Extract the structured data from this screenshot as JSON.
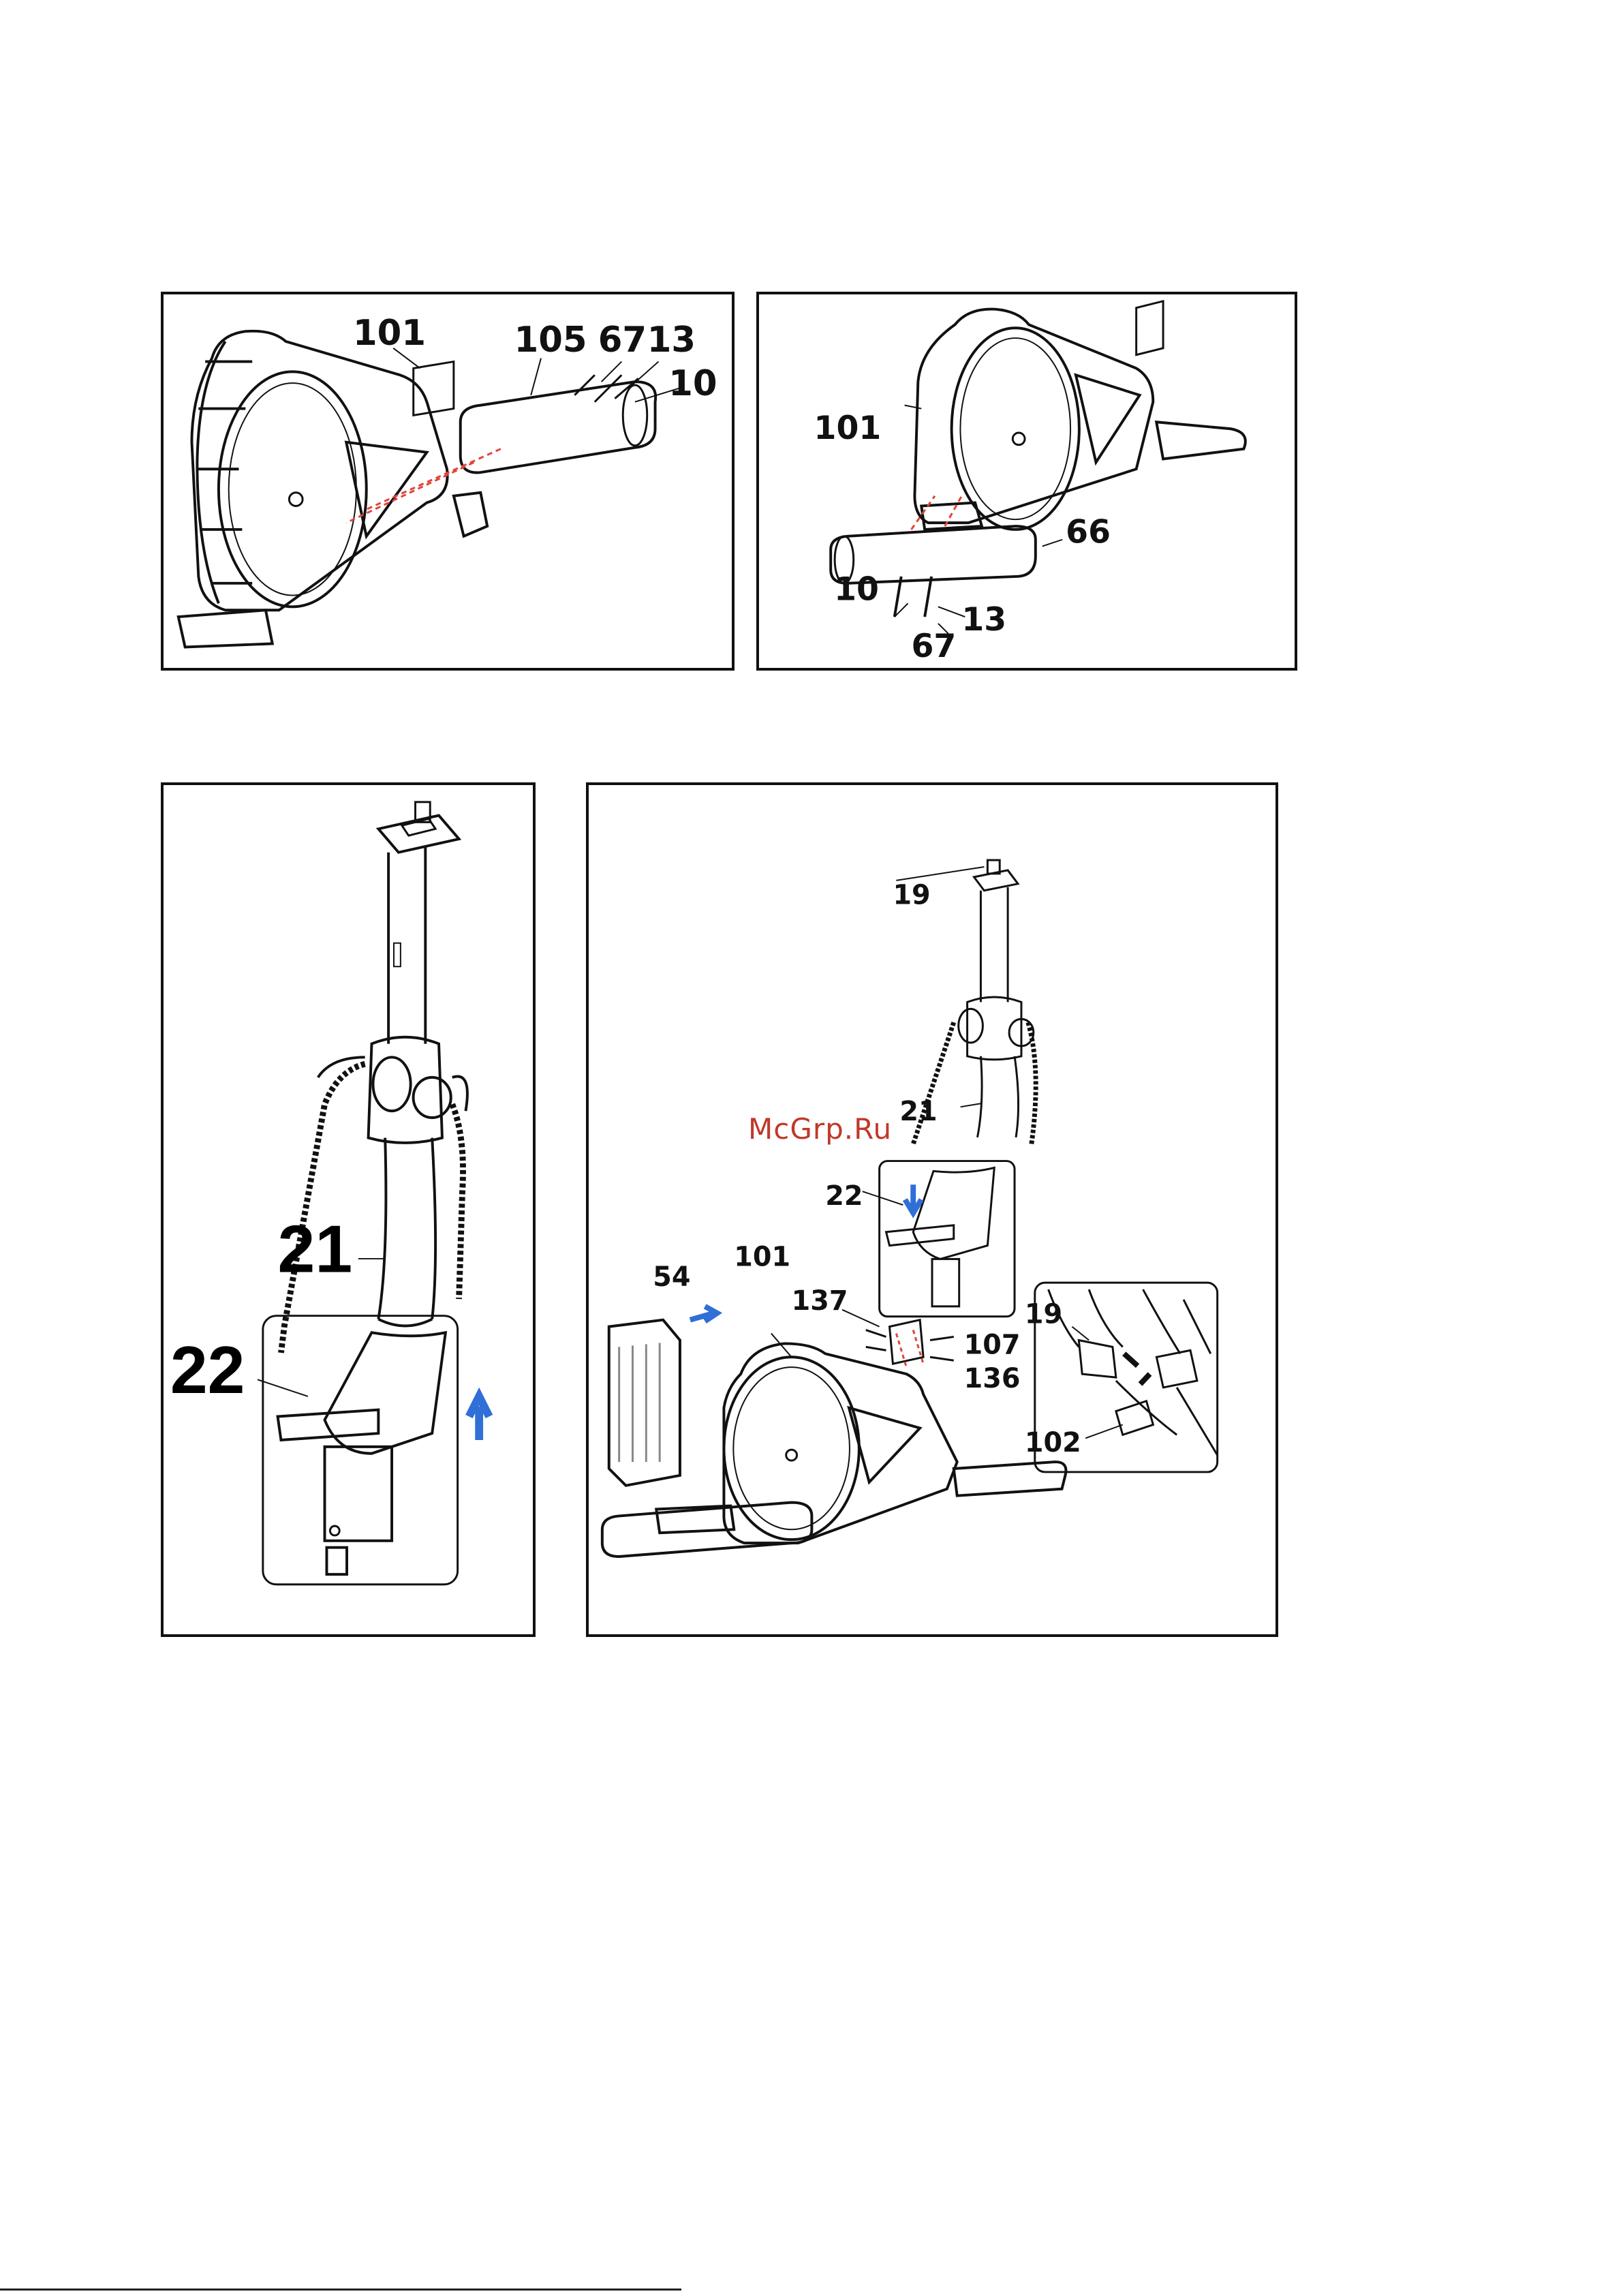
{
  "watermark": "McGrp.Ru",
  "panels": {
    "step1a": {
      "labels": [
        "101",
        "105",
        "67",
        "13",
        "10"
      ]
    },
    "step1b": {
      "labels": [
        "101",
        "66",
        "10",
        "13",
        "67"
      ]
    },
    "step2a": {
      "labels": [
        "21",
        "22"
      ]
    },
    "step2b": {
      "labels": [
        "19",
        "21",
        "22",
        "54",
        "101",
        "137",
        "107",
        "136",
        "19",
        "102"
      ]
    }
  },
  "colors": {
    "arrow_blue": "#2f6fd6",
    "dash_red": "#e0443a",
    "watermark": "#c0392b"
  }
}
